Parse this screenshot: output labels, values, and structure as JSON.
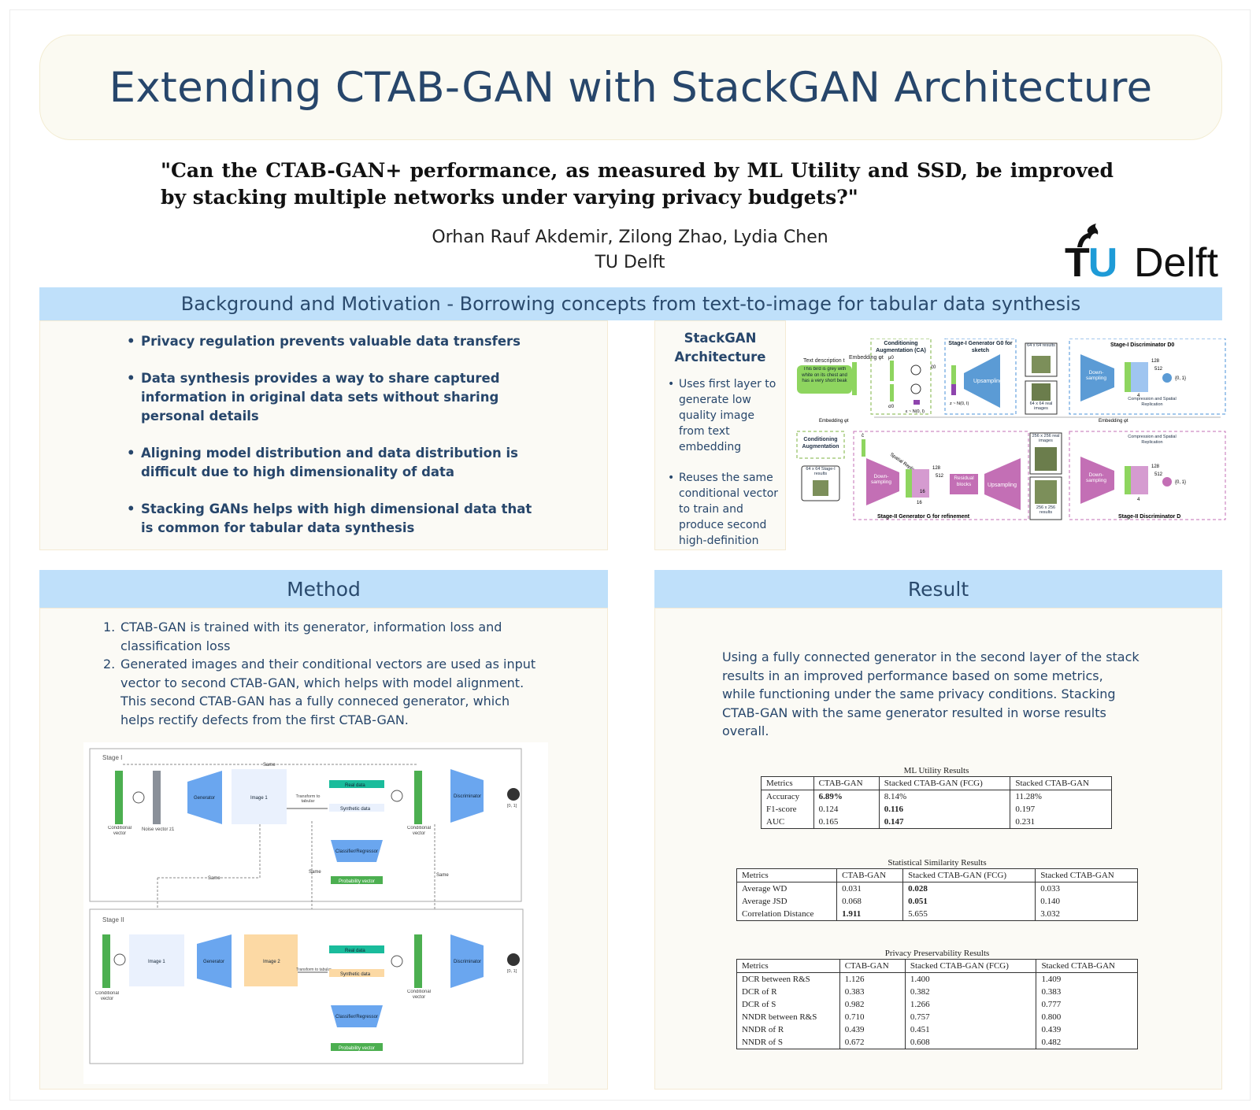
{
  "title": "Extending CTAB-GAN with StackGAN Architecture",
  "question": "\"Can the CTAB-GAN+ performance, as measured by ML Utility and SSD, be improved by stacking multiple networks under varying privacy budgets?\"",
  "authors": "Orhan Rauf Akdemir, Zilong Zhao, Lydia Chen",
  "affiliation": "TU Delft",
  "logo": {
    "tu_t": "T",
    "tu_u": "U",
    "delft": "Delft"
  },
  "background": {
    "heading": "Background and Motivation - Borrowing concepts from text-to-image for tabular data synthesis",
    "bullets": [
      "Privacy regulation prevents valuable data transfers",
      "Data synthesis provides a way to share captured information in original data sets without sharing personal details",
      "Aligning model distribution and data distribution is difficult due to high dimensionality of data",
      "Stacking GANs helps with high dimensional data that is common for tabular data synthesis"
    ],
    "stackgan_title": "StackGAN Architecture",
    "stackgan_bullets": [
      "Uses first layer to generate low quality image from text embedding",
      "Reuses the same conditional vector to train and produce second high-definition"
    ]
  },
  "stackgan_figure": {
    "text_desc_label": "Text description t",
    "text_desc": "This bird is grey with white on its chest and has a very short beak",
    "embedding": "Embedding φt",
    "ca_title": "Conditioning Augmentation (CA)",
    "mu": "μ0",
    "sigma": "σ0",
    "c0": "ĉ0",
    "eps": "ε ~ N(0, I)",
    "z": "z ~ N(0, I)",
    "g0_title": "Stage-I Generator G0 for sketch",
    "upsampling": "Upsampling",
    "results64": "64 x 64 results",
    "real64": "64 x 64 real images",
    "d0_title": "Stage-I Discriminator D0",
    "downsampling": "Down-sampling",
    "n128": "128",
    "n512": "512",
    "n4": "4",
    "n16": "16",
    "out": "{0, 1}",
    "compress": "Compression and Spatial Replication",
    "ca2": "Conditioning Augmentation",
    "stage1res": "64 x 64 Stage-I results",
    "spatial": "Spatial Replication",
    "residual": "Residual blocks",
    "real256": "256 x 256 real images",
    "res256": "256 x 256 results",
    "g_title": "Stage-II Generator G for refinement",
    "d_title": "Stage-II Discriminator D",
    "c_label": "ĉ"
  },
  "method": {
    "heading": "Method",
    "steps": [
      "CTAB-GAN is trained with its generator, information loss and classification loss",
      "Generated images and their conditional vectors are used as input vector to second CTAB-GAN, which helps with model alignment. This second CTAB-GAN has a fully conneced generator, which helps rectify defects from the first CTAB-GAN."
    ],
    "step_numbers": [
      "1.",
      "2."
    ]
  },
  "method_figure": {
    "stage1": "Stage I",
    "stage2": "Stage II",
    "same": "Same",
    "cond_vector": "Conditional vector",
    "noise": "Noise vector z1",
    "generator": "Generator",
    "image1": "Image 1",
    "image2": "Image 2",
    "transform": "Transform to tabular",
    "real": "Real data",
    "synthetic": "Synthetic data",
    "discriminator": "Discriminator",
    "classifier": "Classifier/Regressor",
    "prob": "Probability vector",
    "out": "[0, 1]"
  },
  "result": {
    "heading": "Result",
    "text": "Using a fully connected generator in the second layer of the stack results in an improved performance based on some metrics, while functioning under the same privacy conditions. Stacking CTAB-GAN with the same generator resulted in worse results overall."
  },
  "tables": {
    "ml": {
      "caption": "ML Utility Results",
      "header": [
        "Metrics",
        "CTAB-GAN",
        "Stacked CTAB-GAN (FCG)",
        "Stacked CTAB-GAN"
      ],
      "rows": [
        [
          "Accuracy",
          "6.89%",
          "8.14%",
          "11.28%"
        ],
        [
          "F1-score",
          "0.124",
          "0.116",
          "0.197"
        ],
        [
          "AUC",
          "0.165",
          "0.147",
          "0.231"
        ]
      ]
    },
    "ssd": {
      "caption": "Statistical Similarity Results",
      "header": [
        "Metrics",
        "CTAB-GAN",
        "Stacked CTAB-GAN (FCG)",
        "Stacked CTAB-GAN"
      ],
      "rows": [
        [
          "Average WD",
          "0.031",
          "0.028",
          "0.033"
        ],
        [
          "Average JSD",
          "0.068",
          "0.051",
          "0.140"
        ],
        [
          "Correlation Distance",
          "1.911",
          "5.655",
          "3.032"
        ]
      ]
    },
    "privacy": {
      "caption": "Privacy Preservability Results",
      "header": [
        "Metrics",
        "CTAB-GAN",
        "Stacked CTAB-GAN (FCG)",
        "Stacked CTAB-GAN"
      ],
      "rows": [
        [
          "DCR between R&S",
          "1.126",
          "1.400",
          "1.409"
        ],
        [
          "DCR of R",
          "0.383",
          "0.382",
          "0.383"
        ],
        [
          "DCR of S",
          "0.982",
          "1.266",
          "0.777"
        ],
        [
          "NNDR between R&S",
          "0.710",
          "0.757",
          "0.800"
        ],
        [
          "NNDR of R",
          "0.439",
          "0.451",
          "0.439"
        ],
        [
          "NNDR of S",
          "0.672",
          "0.608",
          "0.482"
        ]
      ]
    }
  }
}
